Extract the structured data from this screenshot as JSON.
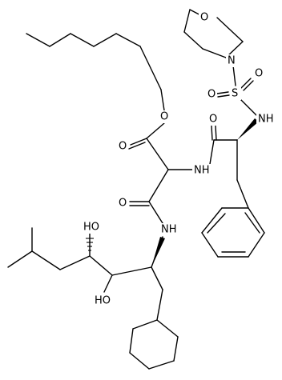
{
  "molecule": {
    "atom_labels": {
      "morpholine_o": "O",
      "morpholine_n": "N",
      "sulfonyl_s": "S",
      "sulfonyl_o1": "O",
      "sulfonyl_o2": "O",
      "sulfonamide_nh": "NH",
      "ester_o": "O",
      "ester_carbonyl_o": "O",
      "amide1_o": "O",
      "amide1_nh": "NH",
      "amide2_o": "O",
      "amide2_nh": "NH",
      "hydroxyl_1": "HO",
      "hydroxyl_2": "HO"
    },
    "colors": {
      "bond": "#000000",
      "text": "#000000",
      "background": "#ffffff"
    }
  }
}
